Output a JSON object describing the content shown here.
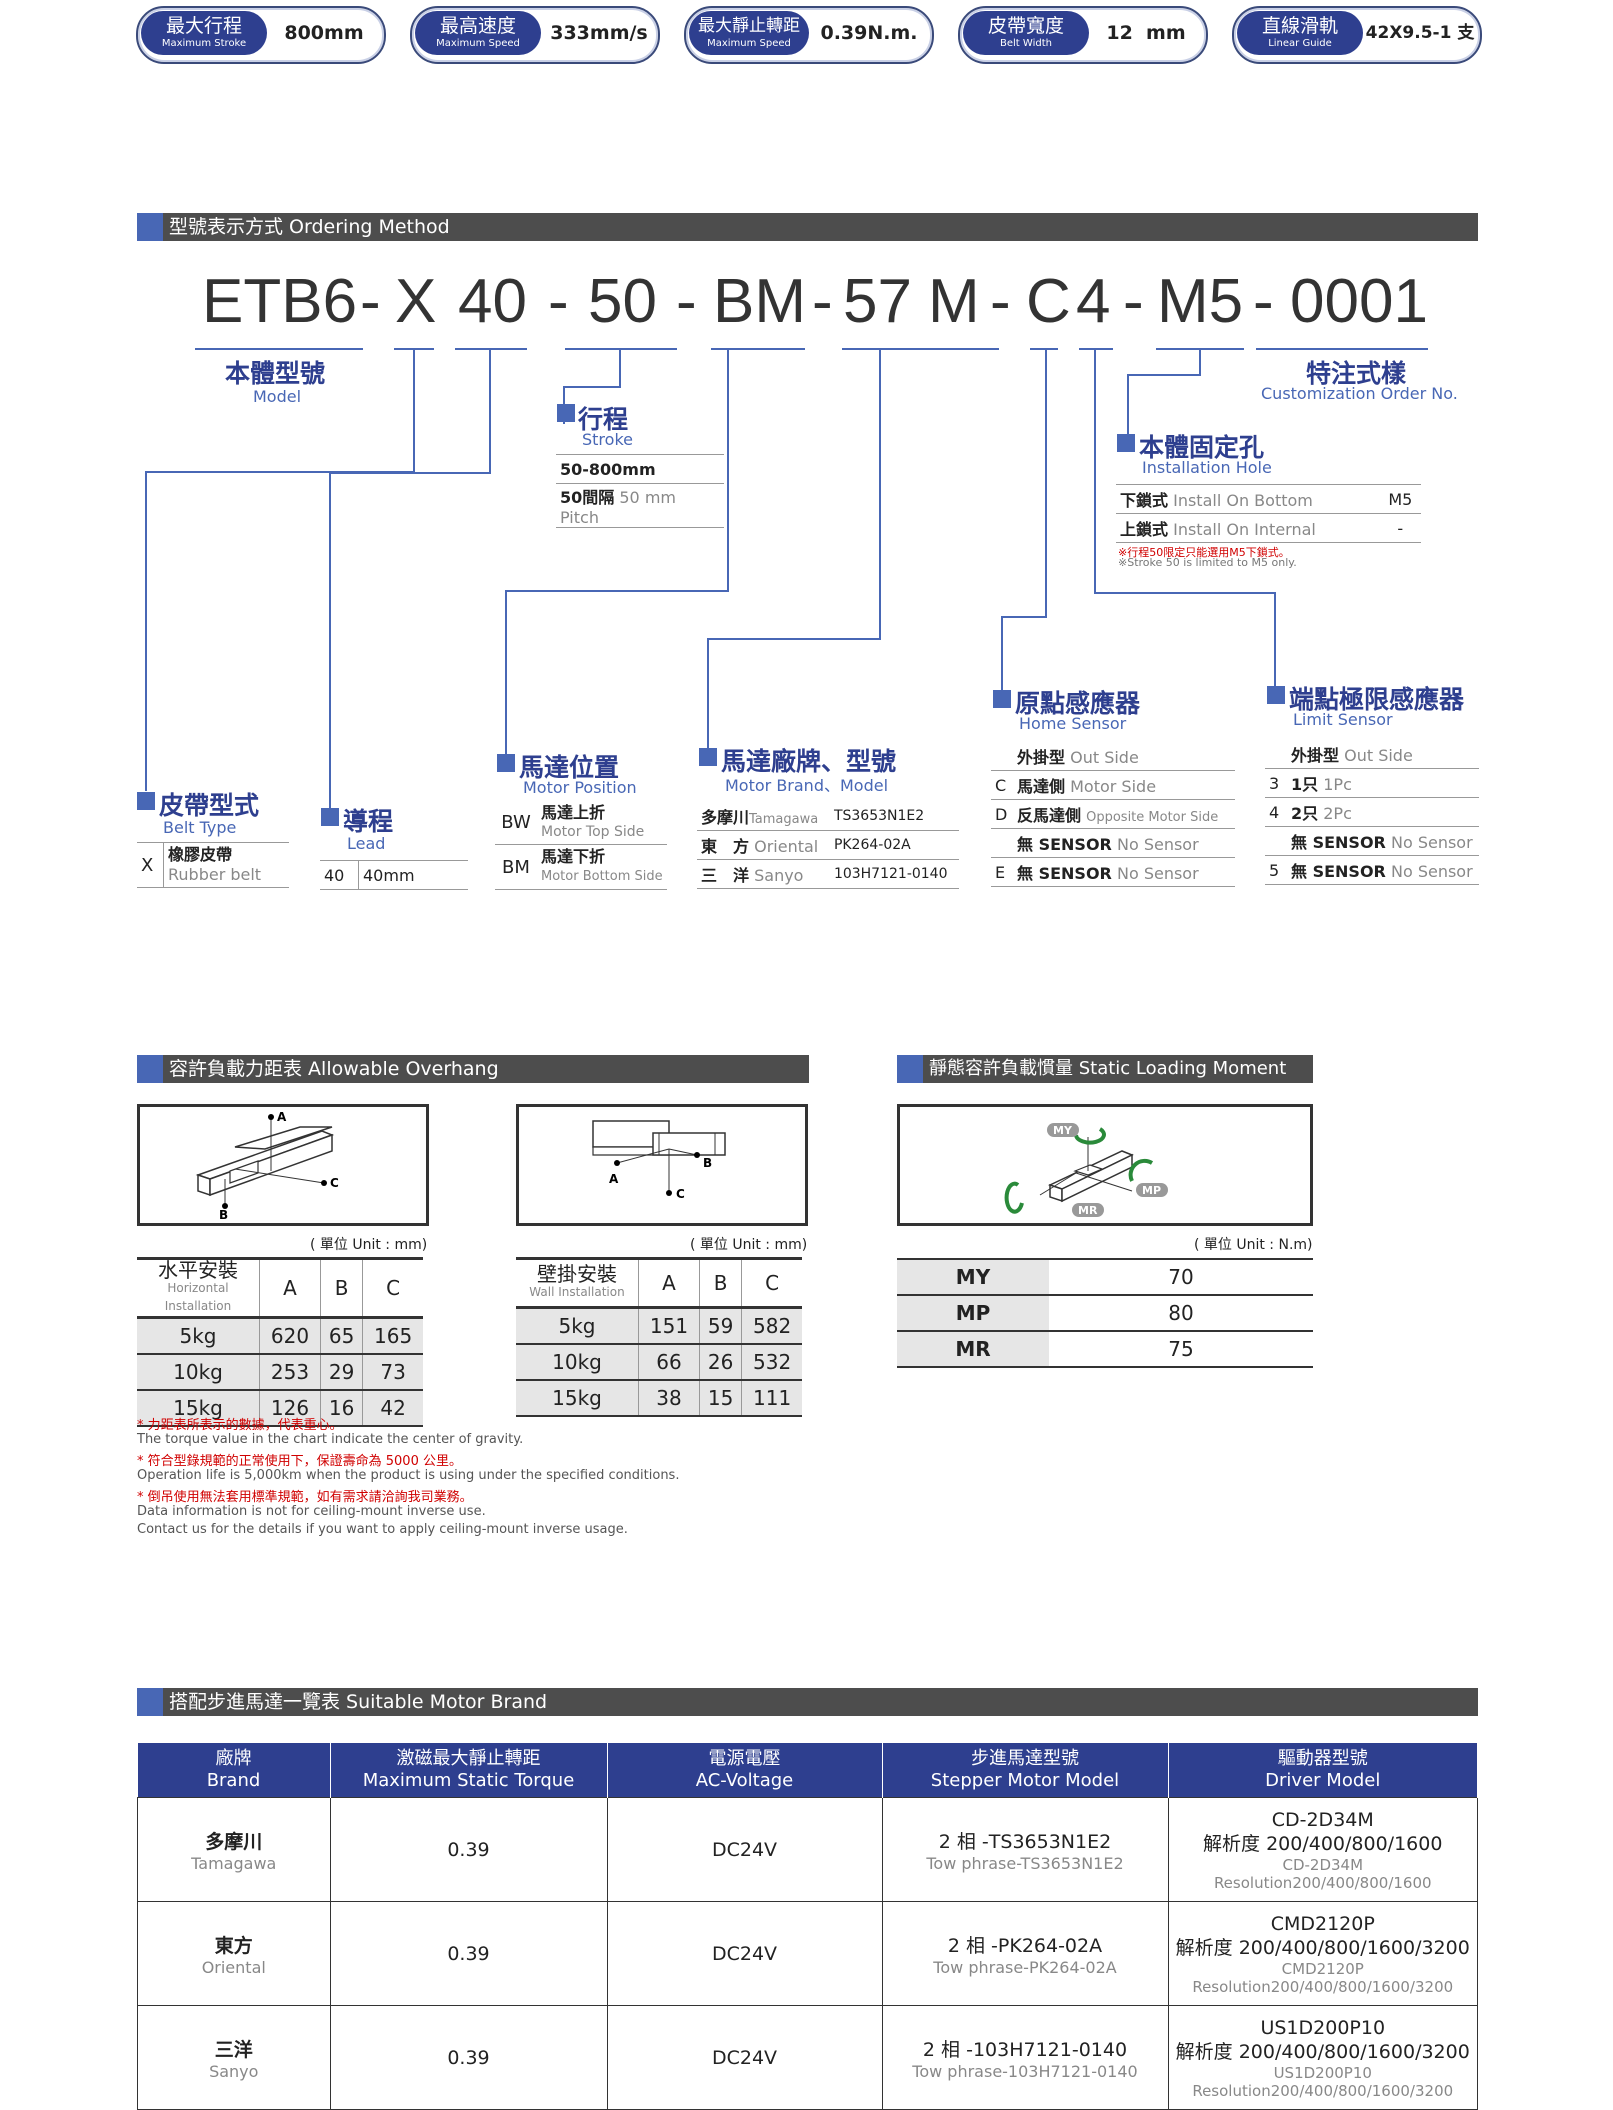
{
  "specs": [
    {
      "zh": "最大行程",
      "en": "Maximum Stroke",
      "value": "800mm"
    },
    {
      "zh": "最高速度",
      "en": "Maximum Speed",
      "value": "333mm/s"
    },
    {
      "zh": "最大靜止轉距",
      "en": "Maximum Speed",
      "value": "0.39N.m."
    },
    {
      "zh": "皮帶寬度",
      "en": "Belt Width",
      "value": "12  mm"
    },
    {
      "zh": "直線滑軌",
      "en": "Linear Guide",
      "value": "42X9.5-1 支"
    }
  ],
  "ordering": {
    "title": "型號表示方式 Ordering Method",
    "code": [
      "ETB6",
      "-",
      "X",
      "40",
      "-",
      "50",
      "-",
      "BM",
      "-",
      "57",
      "M",
      "-",
      "C",
      "4",
      "-",
      "M5",
      "-",
      "0001"
    ],
    "model": {
      "zh": "本體型號",
      "en": "Model"
    },
    "custom": {
      "zh": "特注式樣",
      "en": "Customization Order No."
    },
    "stroke": {
      "zh": "行程",
      "en": "Stroke",
      "rows": [
        {
          "a": "50-800mm",
          "b": ""
        },
        {
          "a": "50間隔",
          "b": "50 mm Pitch"
        }
      ]
    },
    "hole": {
      "zh": "本體固定孔",
      "en": "Installation Hole",
      "rows": [
        {
          "a": "下鎖式",
          "b": "Install On Bottom",
          "c": "M5"
        },
        {
          "a": "上鎖式",
          "b": "Install On Internal",
          "c": "-"
        }
      ],
      "note1": "※行程50限定只能選用M5下鎖式。",
      "note2": "※Stroke 50 is limited to M5 only."
    },
    "home": {
      "zh": "原點感應器",
      "en": "Home Sensor",
      "rows": [
        {
          "k": "",
          "a": "外掛型",
          "b": "Out Side"
        },
        {
          "k": "C",
          "a": "馬達側",
          "b": "Motor Side"
        },
        {
          "k": "D",
          "a": "反馬達側",
          "b": "Opposite Motor Side"
        },
        {
          "k": "",
          "a": "無 SENSOR",
          "b": "No Sensor"
        },
        {
          "k": "E",
          "a": "無 SENSOR",
          "b": "No Sensor"
        }
      ]
    },
    "limit": {
      "zh": "端點極限感應器",
      "en": "Limit Sensor",
      "rows": [
        {
          "k": "",
          "a": "外掛型",
          "b": "Out Side"
        },
        {
          "k": "3",
          "a": "1只",
          "b": "1Pc"
        },
        {
          "k": "4",
          "a": "2只",
          "b": "2Pc"
        },
        {
          "k": "",
          "a": "無 SENSOR",
          "b": "No Sensor"
        },
        {
          "k": "5",
          "a": "無 SENSOR",
          "b": "No Sensor"
        }
      ]
    },
    "brand": {
      "zh": "馬達廠牌、型號",
      "en": "Motor Brand、Model",
      "rows": [
        {
          "a": "多摩川",
          "b": "Tamagawa",
          "c": "TS3653N1E2"
        },
        {
          "a": "東　方",
          "b": "Oriental",
          "c": "PK264-02A"
        },
        {
          "a": "三　洋",
          "b": "Sanyo",
          "c": "103H7121-0140"
        }
      ]
    },
    "position": {
      "zh": "馬達位置",
      "en": "Motor Position",
      "rows": [
        {
          "k": "BW",
          "a": "馬達上折",
          "b": "Motor Top Side"
        },
        {
          "k": "BM",
          "a": "馬達下折",
          "b": "Motor Bottom Side"
        }
      ]
    },
    "lead": {
      "zh": "導程",
      "en": "Lead",
      "rows": [
        {
          "k": "40",
          "a": "40mm"
        }
      ]
    },
    "belt": {
      "zh": "皮帶型式",
      "en": "Belt Type",
      "rows": [
        {
          "k": "X",
          "a": "橡膠皮帶",
          "b": "Rubber belt"
        }
      ]
    }
  },
  "overhang": {
    "title": "容許負載力距表 Allowable Overhang",
    "unit": "( 單位 Unit : mm)",
    "horizontal": {
      "zh": "水平安裝",
      "en": "Horizontal Installation",
      "cols": [
        "A",
        "B",
        "C"
      ],
      "rows": [
        [
          "5kg",
          "620",
          "65",
          "165"
        ],
        [
          "10kg",
          "253",
          "29",
          "73"
        ],
        [
          "15kg",
          "126",
          "16",
          "42"
        ]
      ]
    },
    "wall": {
      "zh": "壁掛安裝",
      "en": "Wall Installation",
      "cols": [
        "A",
        "B",
        "C"
      ],
      "rows": [
        [
          "5kg",
          "151",
          "59",
          "582"
        ],
        [
          "10kg",
          "66",
          "26",
          "532"
        ],
        [
          "15kg",
          "38",
          "15",
          "111"
        ]
      ]
    },
    "notes": [
      {
        "t": "zh",
        "v": "* 力距表所表示的數據，代表重心。"
      },
      {
        "t": "en",
        "v": "The torque value in the chart indicate the center of gravity."
      },
      {
        "t": "zh",
        "v": "* 符合型錄規範的正常使用下，保證壽命為 5000 公里。"
      },
      {
        "t": "en",
        "v": "Operation life is 5,000km when the product is using under the specified conditions."
      },
      {
        "t": "zh",
        "v": "* 倒吊使用無法套用標準規範，如有需求請洽詢我司業務。"
      },
      {
        "t": "en",
        "v": "Data information is not for ceiling-mount inverse use."
      },
      {
        "t": "en",
        "v": "Contact us for the details if you want to apply ceiling-mount inverse usage."
      }
    ],
    "labels": {
      "a": "A",
      "b": "B",
      "c": "C"
    }
  },
  "static": {
    "title": "靜態容許負載慣量 Static Loading Moment",
    "unit": "( 單位 Unit : N.m)",
    "rows": [
      [
        "MY",
        "70"
      ],
      [
        "MP",
        "80"
      ],
      [
        "MR",
        "75"
      ]
    ],
    "labels": {
      "my": "MY",
      "mp": "MP",
      "mr": "MR"
    }
  },
  "motor": {
    "title": "搭配步進馬達一覽表 Suitable Motor Brand",
    "headers": [
      {
        "zh": "廠牌",
        "en": "Brand"
      },
      {
        "zh": "激磁最大靜止轉距",
        "en": "Maximum Static Torque"
      },
      {
        "zh": "電源電壓",
        "en": "AC-Voltage"
      },
      {
        "zh": "步進馬達型號",
        "en": "Stepper Motor Model"
      },
      {
        "zh": "驅動器型號",
        "en": "Driver Model"
      }
    ],
    "rows": [
      {
        "zh": "多摩川",
        "en": "Tamagawa",
        "torque": "0.39",
        "voltage": "DC24V",
        "m1": "2 相 -TS3653N1E2",
        "m2": "Tow phrase-TS3653N1E2",
        "d1": "CD-2D34M",
        "d2": "解析度 200/400/800/1600",
        "d3": "CD-2D34M",
        "d4": "Resolution200/400/800/1600"
      },
      {
        "zh": "東方",
        "en": "Oriental",
        "torque": "0.39",
        "voltage": "DC24V",
        "m1": "2 相 -PK264-02A",
        "m2": "Tow phrase-PK264-02A",
        "d1": "CMD2120P",
        "d2": "解析度 200/400/800/1600/3200",
        "d3": "CMD2120P",
        "d4": "Resolution200/400/800/1600/3200"
      },
      {
        "zh": "三洋",
        "en": "Sanyo",
        "torque": "0.39",
        "voltage": "DC24V",
        "m1": "2 相 -103H7121-0140",
        "m2": "Tow phrase-103H7121-0140",
        "d1": "US1D200P10",
        "d2": "解析度 200/400/800/1600/3200",
        "d3": "US1D200P10",
        "d4": "Resolution200/400/800/1600/3200"
      }
    ]
  }
}
